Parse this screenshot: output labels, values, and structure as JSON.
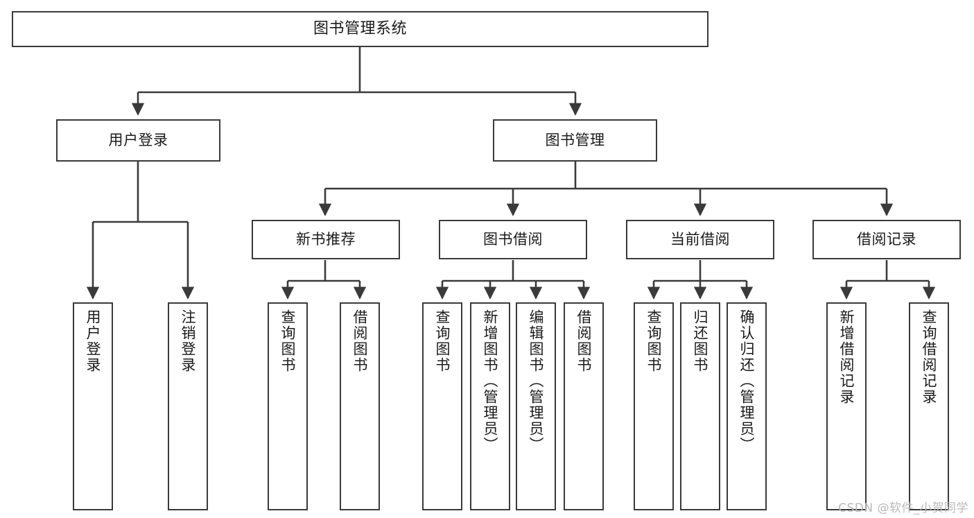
{
  "diagram": {
    "title": "图书管理系统",
    "type": "tree-hierarchy",
    "watermark": "CSDN @软件_小贺同学",
    "colors": {
      "stroke": "#3a3a3a",
      "box_fill": "#ffffff",
      "text": "#1a1a1a",
      "watermark": "#b9b9b9",
      "background": "#ffffff"
    },
    "nodes": {
      "root": {
        "label": "图书管理系统"
      },
      "level2": [
        {
          "id": "user-login",
          "label": "用户登录"
        },
        {
          "id": "book-manage",
          "label": "图书管理"
        }
      ],
      "level3": [
        {
          "id": "new-book-recommend",
          "label": "新书推荐"
        },
        {
          "id": "book-borrow",
          "label": "图书借阅"
        },
        {
          "id": "current-borrow",
          "label": "当前借阅"
        },
        {
          "id": "borrow-record",
          "label": "借阅记录"
        }
      ],
      "leaves": {
        "user-login": [
          {
            "id": "leaf-user-login",
            "label": "用户登录"
          },
          {
            "id": "leaf-user-logout",
            "label": "注销登录"
          }
        ],
        "new-book-recommend": [
          {
            "id": "leaf-query-book-1",
            "label": "查询图书"
          },
          {
            "id": "leaf-borrow-book-1",
            "label": "借阅图书"
          }
        ],
        "book-borrow": [
          {
            "id": "leaf-query-book-2",
            "label": "查询图书"
          },
          {
            "id": "leaf-add-book",
            "label": "新增图书（管理员）"
          },
          {
            "id": "leaf-edit-book",
            "label": "编辑图书（管理员）"
          },
          {
            "id": "leaf-borrow-book-2",
            "label": "借阅图书"
          }
        ],
        "current-borrow": [
          {
            "id": "leaf-query-book-3",
            "label": "查询图书"
          },
          {
            "id": "leaf-return-book",
            "label": "归还图书"
          },
          {
            "id": "leaf-confirm-return",
            "label": "确认归还（管理员）"
          }
        ],
        "borrow-record": [
          {
            "id": "leaf-add-record",
            "label": "新增借阅记录"
          },
          {
            "id": "leaf-query-record",
            "label": "查询借阅记录"
          }
        ]
      }
    }
  }
}
